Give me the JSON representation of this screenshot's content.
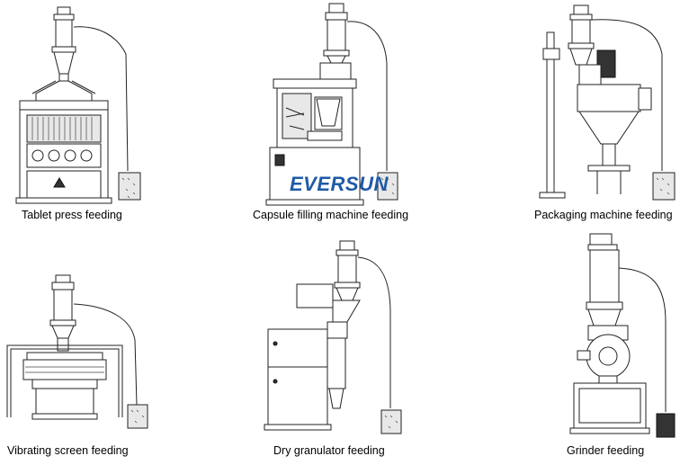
{
  "brand": {
    "text": "EVERSUN",
    "color": "#1f5aa8"
  },
  "panels": [
    {
      "caption": "Tablet press feeding"
    },
    {
      "caption": "Capsule filling machine feeding"
    },
    {
      "caption": "Packaging machine feeding"
    },
    {
      "caption": "Vibrating screen feeding"
    },
    {
      "caption": "Dry granulator feeding"
    },
    {
      "caption": "Grinder feeding"
    }
  ]
}
